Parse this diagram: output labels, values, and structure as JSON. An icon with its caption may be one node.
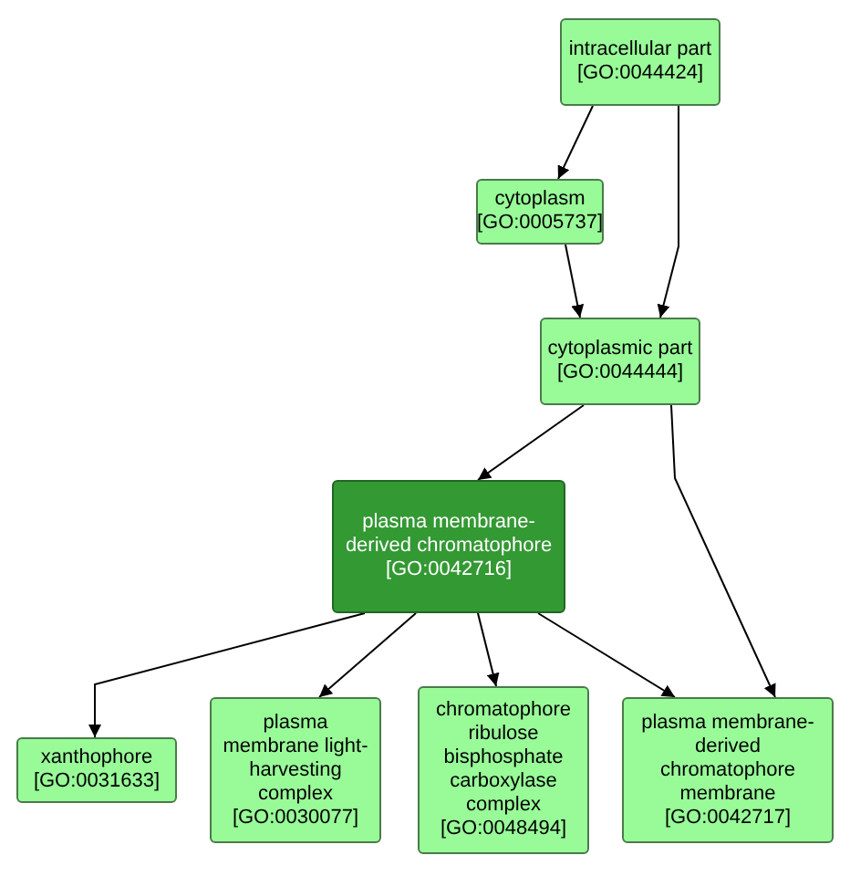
{
  "diagram": {
    "nodes": [
      {
        "text": [
          "intracellular part",
          "[GO:0044424]"
        ]
      },
      {
        "text": [
          "cytoplasm",
          "[GO:0005737]"
        ]
      },
      {
        "text": [
          "cytoplasmic part",
          "[GO:0044444]"
        ]
      },
      {
        "text": [
          "plasma membrane-derived chromatophore",
          "[GO:0042716]"
        ]
      },
      {
        "text": [
          "xanthophore",
          "[GO:0031633]"
        ]
      },
      {
        "text": [
          "plasma membrane light-harvesting complex",
          "[GO:0030077]"
        ]
      },
      {
        "text": [
          "chromatophore ribulose bisphosphate carboxylase complex",
          "[GO:0048494]"
        ]
      },
      {
        "text": [
          "plasma membrane-derived chromatophore membrane",
          "[GO:0042717]"
        ]
      }
    ],
    "edges": [
      {
        "from": 0,
        "to": 1,
        "arrow": "to"
      },
      {
        "from": 0,
        "to": 2,
        "arrow": "to"
      },
      {
        "from": 1,
        "to": 2,
        "arrow": "to"
      },
      {
        "from": 2,
        "to": 3,
        "arrow": "to"
      },
      {
        "from": 2,
        "to": 7,
        "arrow": "to"
      },
      {
        "from": 3,
        "to": 4,
        "arrow": "to"
      },
      {
        "from": 3,
        "to": 5,
        "arrow": "to"
      },
      {
        "from": 3,
        "to": 6,
        "arrow": "to"
      },
      {
        "from": 3,
        "to": 7,
        "arrow": "to"
      }
    ]
  }
}
